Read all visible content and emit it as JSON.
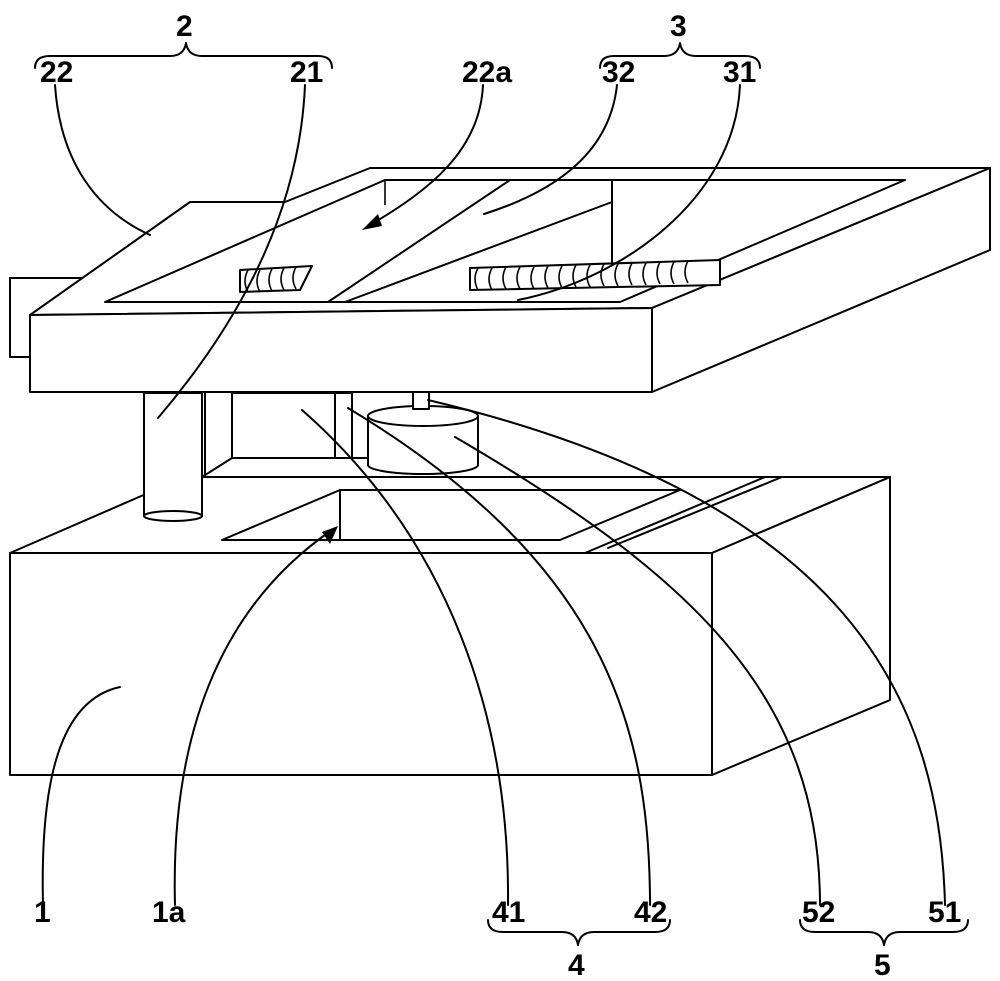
{
  "labels": {
    "l2": "2",
    "l3": "3",
    "l4": "4",
    "l5": "5",
    "l22": "22",
    "l21": "21",
    "l22a": "22a",
    "l32": "32",
    "l31": "31",
    "l1": "1",
    "l1a": "1a",
    "l41": "41",
    "l42": "42",
    "l52": "52",
    "l51": "51"
  }
}
